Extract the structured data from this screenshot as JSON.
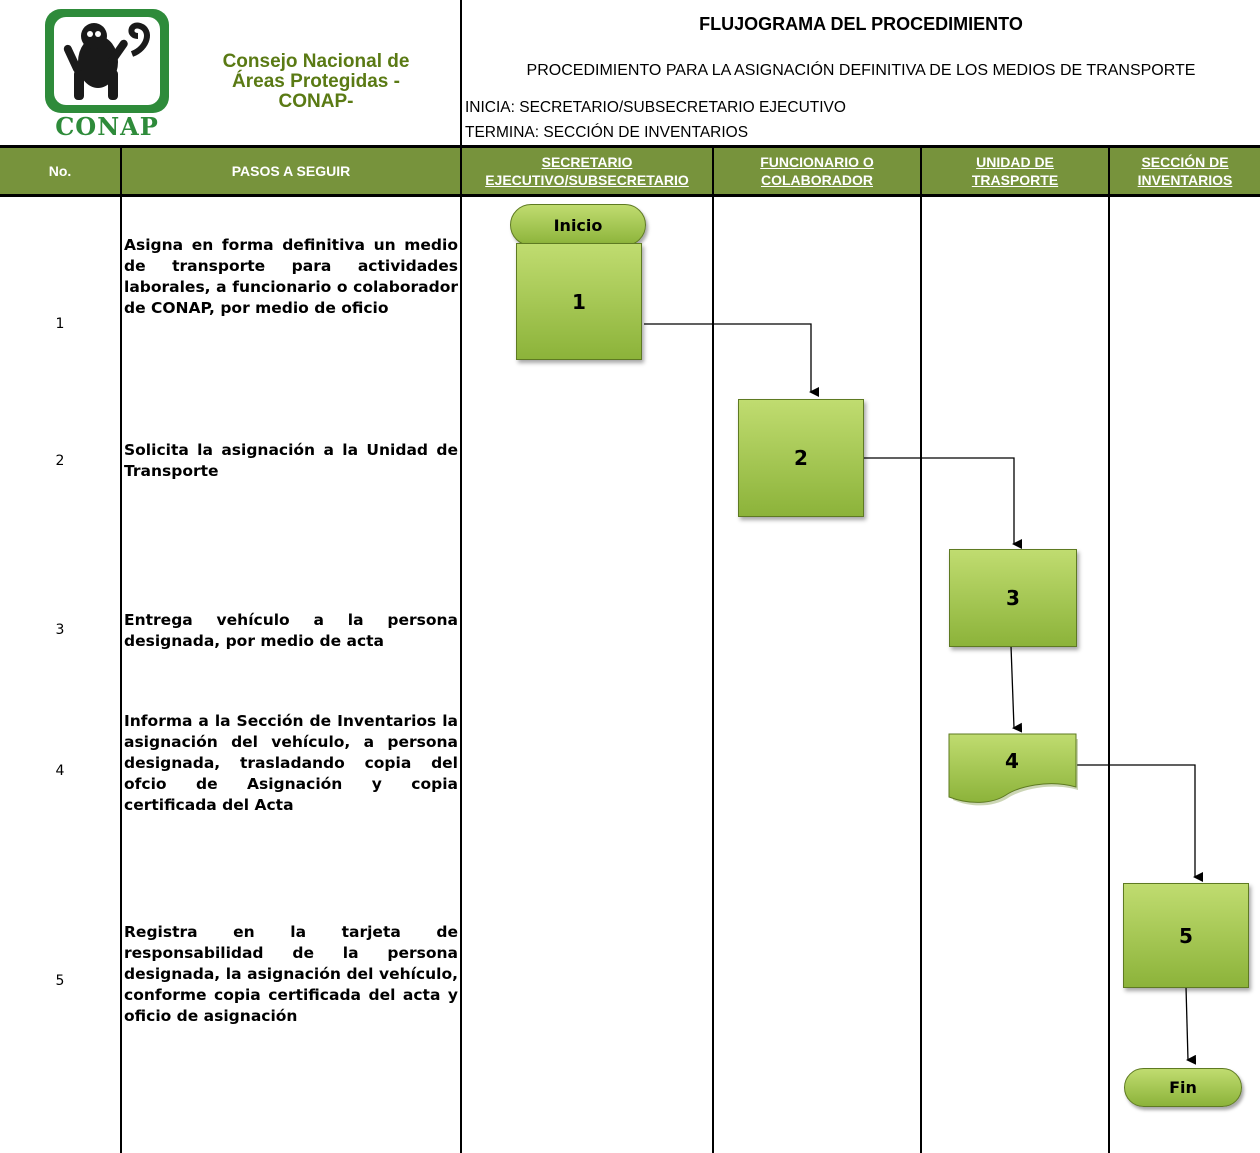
{
  "logo": {
    "text": "CONAP",
    "icon": "monkey-logo-icon"
  },
  "header": {
    "org_line1": "Consejo Nacional de",
    "org_line2": "Áreas Protegidas -",
    "org_line3": "CONAP-",
    "title": "FLUJOGRAMA DEL PROCEDIMIENTO",
    "subtitle": "PROCEDIMIENTO PARA LA ASIGNACIÓN DEFINITIVA DE LOS MEDIOS DE TRANSPORTE",
    "inicia": "INICIA: SECRETARIO/SUBSECRETARIO EJECUTIVO",
    "termina": "TERMINA:  SECCIÓN DE INVENTARIOS"
  },
  "columns": {
    "no": "No.",
    "steps": "PASOS A SEGUIR",
    "lane1_l1": "SECRETARIO",
    "lane1_l2": "EJECUTIVO/SUBSECRETARIO",
    "lane2_l1": "FUNCIONARIO O",
    "lane2_l2": "COLABORADOR",
    "lane3_l1": "UNIDAD DE",
    "lane3_l2": "TRASPORTE",
    "lane4_l1": "SECCIÓN DE",
    "lane4_l2": "INVENTARIOS"
  },
  "steps": [
    {
      "no": "1",
      "text": "Asigna en forma definitiva un medio de transporte para actividades laborales, a funcionario o colaborador de CONAP, por medio de oficio"
    },
    {
      "no": "2",
      "text": "Solicita la asignación a la Unidad de Transporte"
    },
    {
      "no": "3",
      "text": "Entrega vehículo a la persona designada, por medio de acta"
    },
    {
      "no": "4",
      "text": "Informa a la Sección de Inventarios la asignación del vehículo, a persona designada, trasladando copia del ofcio de Asignación y copia certificada del Acta"
    },
    {
      "no": "5",
      "text": "Registra en la tarjeta de responsabilidad de la persona designada, la asignación del vehículo, conforme copia certificada del acta y oficio de asignación"
    }
  ],
  "flow": {
    "start": "Inicio",
    "end": "Fin",
    "boxes": [
      "1",
      "2",
      "3",
      "4",
      "5"
    ]
  },
  "colors": {
    "header_green": "#77933c",
    "org_green": "#5a7a14",
    "shape_green": "#9bc24a"
  }
}
